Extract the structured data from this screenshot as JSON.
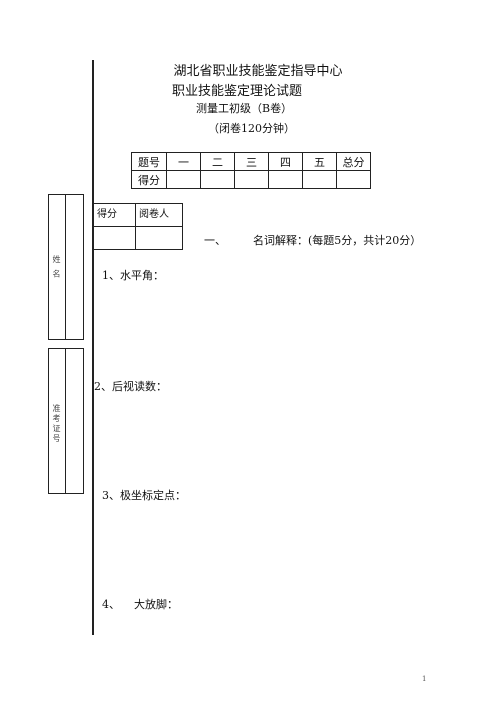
{
  "header": {
    "org": "湖北省职业技能鉴定指导中心",
    "exam": "职业技能鉴定理论试题",
    "subject": "测量工初级（B卷）",
    "format": "（闭卷120分钟）"
  },
  "score_table": {
    "headers": [
      "题号",
      "一",
      "二",
      "三",
      "四",
      "五",
      "总分"
    ],
    "row_label": "得分"
  },
  "grader_box": {
    "score": "得分",
    "grader": "阅卷人"
  },
  "side_fields": {
    "name": "姓  名",
    "id": "准考证号"
  },
  "section": {
    "number": "一、",
    "title": "名词解释：(每题5分，共计20分）"
  },
  "questions": [
    {
      "label": "1、水平角："
    },
    {
      "label": "2、后视读数："
    },
    {
      "label": "3、极坐标定点："
    },
    {
      "label": "4、    大放脚："
    }
  ],
  "page": {
    "number": "1"
  }
}
